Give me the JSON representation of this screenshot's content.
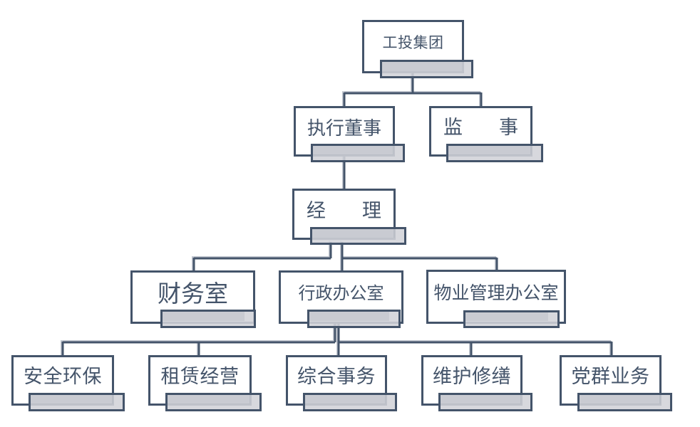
{
  "diagram": {
    "type": "org-chart",
    "background": "#ffffff",
    "colors": {
      "box_border": "#44546a",
      "box_fill": "#ffffff",
      "text": "#44546a",
      "shadow_fill": "#d1d3d8",
      "line": "#44546a",
      "line_highlight": "#c3c8d1"
    },
    "nodes": {
      "group": {
        "label": "工投集团",
        "level": 1
      },
      "executive_director": {
        "label": "执行董事",
        "level": 2
      },
      "supervisor": {
        "label": "监　事",
        "level": 2
      },
      "manager": {
        "label": "经　理",
        "level": 3
      },
      "finance_office": {
        "label": "财务室",
        "level": 4
      },
      "admin_office": {
        "label": "行政办公室",
        "level": 4
      },
      "property_office": {
        "label": "物业管理办公室",
        "level": 4
      },
      "safety_env": {
        "label": "安全环保",
        "level": 5
      },
      "leasing_ops": {
        "label": "租赁经营",
        "level": 5
      },
      "general_affairs": {
        "label": "综合事务",
        "level": 5
      },
      "maintenance_repair": {
        "label": "维护修缮",
        "level": 5
      },
      "party_mass": {
        "label": "党群业务",
        "level": 5
      }
    },
    "edges": [
      {
        "from": "group",
        "to": "executive_director"
      },
      {
        "from": "group",
        "to": "supervisor"
      },
      {
        "from": "executive_director",
        "to": "manager"
      },
      {
        "from": "manager",
        "to": "finance_office"
      },
      {
        "from": "manager",
        "to": "admin_office"
      },
      {
        "from": "manager",
        "to": "property_office"
      },
      {
        "from": "admin_office",
        "to": "safety_env"
      },
      {
        "from": "admin_office",
        "to": "leasing_ops"
      },
      {
        "from": "admin_office",
        "to": "general_affairs"
      },
      {
        "from": "admin_office",
        "to": "maintenance_repair"
      },
      {
        "from": "admin_office",
        "to": "party_mass"
      }
    ]
  }
}
